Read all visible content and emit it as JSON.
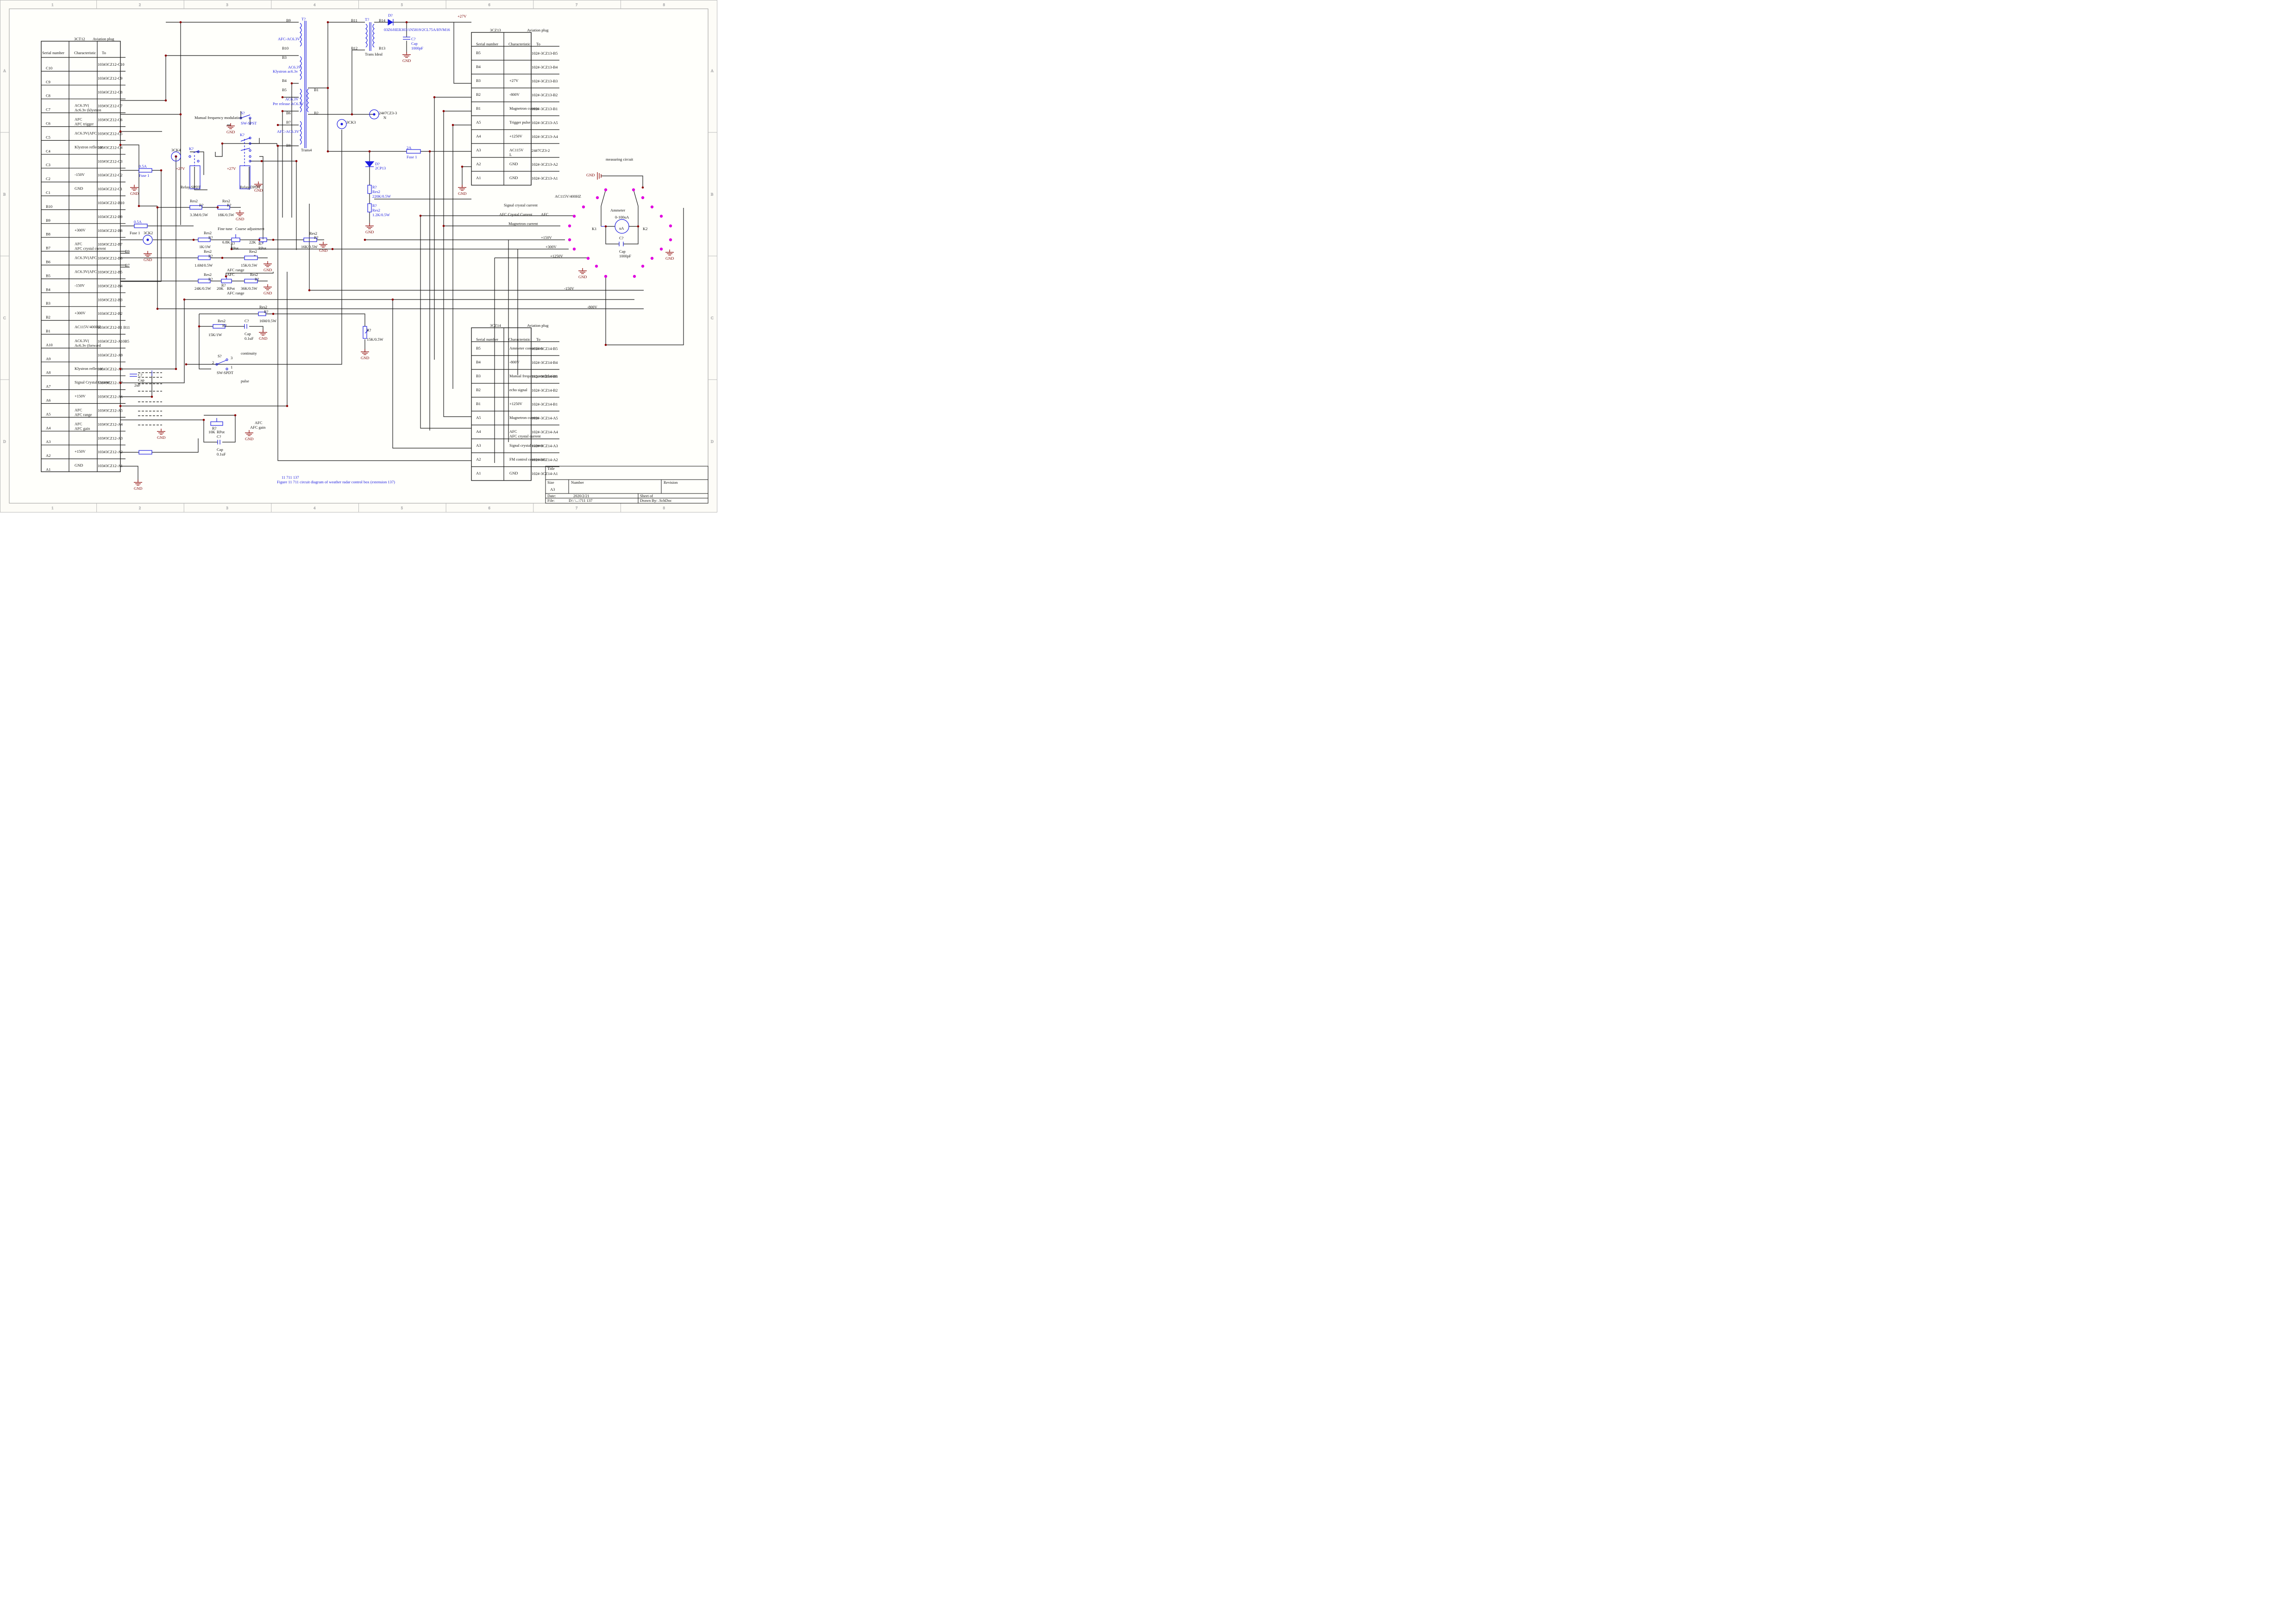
{
  "border": {
    "columns": [
      "1",
      "2",
      "3",
      "4",
      "5",
      "6",
      "7",
      "8"
    ],
    "rows": [
      "A",
      "B",
      "C",
      "D"
    ]
  },
  "conn_3ct12": {
    "ref": "3CT12",
    "type": "Aviation plug",
    "headers": [
      "Serial number",
      "Characteristic",
      "To"
    ],
    "rows": [
      {
        "pin": "C10",
        "char": "",
        "to": "103#3CZ12-C10"
      },
      {
        "pin": "C9",
        "char": "",
        "to": "103#3CZ12-C9"
      },
      {
        "pin": "C8",
        "char": "",
        "to": "103#3CZ12-C8"
      },
      {
        "pin": "C7",
        "char": "AC6.3V(",
        "char2": "Ac6.3v (klystron",
        "to": "103#3CZ12-C7"
      },
      {
        "pin": "C6",
        "char": "AFC",
        "char2": "AFC trigger",
        "to": "103#3CZ12-C6"
      },
      {
        "pin": "C5",
        "char": "AC6.3V(AFC",
        "to": "103#3CZ12-C5"
      },
      {
        "pin": "C4",
        "char": "Klystron reflector",
        "to": "103#3CZ12-C4"
      },
      {
        "pin": "C3",
        "char": "",
        "to": "103#3CZ12-C3"
      },
      {
        "pin": "C2",
        "char": "-150V",
        "to": "103#3CZ12-C2"
      },
      {
        "pin": "C1",
        "char": "GND",
        "to": "103#3CZ12-C1"
      },
      {
        "pin": "B10",
        "char": "",
        "to": "103#3CZ12-B10"
      },
      {
        "pin": "B9",
        "char": "",
        "to": "103#3CZ12-B9"
      },
      {
        "pin": "B8",
        "char": "+300V",
        "to": "103#3CZ12-B8"
      },
      {
        "pin": "B7",
        "char": "AFC",
        "char2": "AFC crystal current",
        "to": "103#3CZ12-B7"
      },
      {
        "pin": "B6",
        "char": "AC6.3V(AFC",
        "to": "103#3CZ12-B6"
      },
      {
        "pin": "B5",
        "char": "AC6.3V(AFC",
        "to": "103#3CZ12-B5"
      },
      {
        "pin": "B4",
        "char": "-150V",
        "to": "103#3CZ12-B4"
      },
      {
        "pin": "B3",
        "char": "",
        "to": "103#3CZ12-B3"
      },
      {
        "pin": "B2",
        "char": "+300V",
        "to": "103#3CZ12-B2"
      },
      {
        "pin": "B1",
        "char": "AC115V/400HZ",
        "to": "103#3CZ12-B1  B11"
      },
      {
        "pin": "A10",
        "char": "AC6.3V(",
        "char2": "Ac6.3v (forward",
        "to": "103#3CZ12-A10B5"
      },
      {
        "pin": "A9",
        "char": "",
        "to": "103#3CZ12-A9"
      },
      {
        "pin": "A8",
        "char": "Klystron reflector",
        "to": "103#3CZ12-A8"
      },
      {
        "pin": "A7",
        "char": "Signal Crystal Current",
        "to": "103#3CZ12-A7"
      },
      {
        "pin": "A6",
        "char": "+150V",
        "to": "103#3CZ12-A6"
      },
      {
        "pin": "A5",
        "char": "AFC",
        "char2": "AFC range",
        "to": "103#3CZ12-A5"
      },
      {
        "pin": "A4",
        "char": "AFC",
        "char2": "AFC gain",
        "to": "103#3CZ12-A4"
      },
      {
        "pin": "A3",
        "char": "",
        "to": "103#3CZ12-A3"
      },
      {
        "pin": "A2",
        "char": "+150V",
        "to": "103#3CZ12-A2"
      },
      {
        "pin": "A1",
        "char": "GND",
        "to": "103#3CZ12-A1"
      }
    ]
  },
  "conn_3cz13": {
    "ref": "3CZ13",
    "type": "Aviation plug",
    "headers": [
      "Serial number",
      "Characteristic",
      "To"
    ],
    "rows": [
      {
        "pin": "B5",
        "char": "",
        "to": "102#-3CZ13-B5"
      },
      {
        "pin": "B4",
        "char": "",
        "to": "102#-3CZ13-B4"
      },
      {
        "pin": "B3",
        "char": "+27V",
        "to": "102#-3CZ13-B3"
      },
      {
        "pin": "B2",
        "char": "-800V",
        "to": "102#-3CZ13-B2"
      },
      {
        "pin": "B1",
        "char": "Magnetron current",
        "to": "102#-3CZ13-B1"
      },
      {
        "pin": "A5",
        "char": "Trigger pulse",
        "to": "102#-3CZ13-A5"
      },
      {
        "pin": "A4",
        "char": "+1250V",
        "to": "102#-3CZ13-A4"
      },
      {
        "pin": "A3",
        "char": "AC115V",
        "char2": "L",
        "to": "24#7CZ3-2"
      },
      {
        "pin": "A2",
        "char": "GND",
        "to": "102#-3CZ13-A2"
      },
      {
        "pin": "A1",
        "char": "GND",
        "to": "102#-3CZ13-A1"
      }
    ]
  },
  "conn_3cz14": {
    "ref": "3CZ14",
    "type": "Aviation plug",
    "headers": [
      "Serial number",
      "Characteristic",
      "To"
    ],
    "rows": [
      {
        "pin": "B5",
        "char": "Ammeter conversion",
        "to": "102#-3CZ14-B5"
      },
      {
        "pin": "B4",
        "char": "-800V",
        "to": "102#-3CZ14-B4"
      },
      {
        "pin": "B3",
        "char": "Manual frequency modulation",
        "to": "102#-3CZ14-B3"
      },
      {
        "pin": "B2",
        "char": "echo signal",
        "to": "102#-3CZ14-B2"
      },
      {
        "pin": "B1",
        "char": "+1250V",
        "to": "102#-3CZ14-B1"
      },
      {
        "pin": "A5",
        "char": "Magnetron current",
        "to": "102#-3CZ14-A5"
      },
      {
        "pin": "A4",
        "char": "AFC",
        "char2": "AFC crystal current",
        "to": "102#-3CZ14-A4"
      },
      {
        "pin": "A3",
        "char": "Signal crystal current",
        "to": "102#-3CZ14-A3"
      },
      {
        "pin": "A2",
        "char": "FM control conversion",
        "to": "102#-3CZ14-A2"
      },
      {
        "pin": "A1",
        "char": "GND",
        "to": "102#-3CZ14-A1"
      }
    ]
  },
  "labels": {
    "t_b9": "B9",
    "t_b10": "B10",
    "t_b3": "B3",
    "t_b4": "B4",
    "t_b5": "B5",
    "t_b6": "B6",
    "t_b7": "B7",
    "t_b8": "B8",
    "t_b1": "B1",
    "t_b2": "B2",
    "t_ref": "T?",
    "t_afc1": "AFC-AC6.3V",
    "t_ac63": "AC6.3V",
    "t_kly": "Klystron ac6.3v",
    "t_ac63b": "AC6.3V",
    "t_pre": "Pre release AC6.3V",
    "t_afc2": "AFC-AC6.3V",
    "t_name": "Trans4",
    "t2_ref": "T?",
    "t2_b11": "B11",
    "t2_b12": "B12",
    "t2_b13": "B13",
    "t2_b14": "B14",
    "t2_name": "Trans Ideal",
    "d1_ref": "D?",
    "d1_val": "03Z6/HER303/1N5819/2CL75A/HVM16",
    "p27": "+27V",
    "c1_ref": "C?",
    "c1_name": "Cap",
    "c1_val": "1000pF",
    "gnd": "GND",
    "j_7cz3": "24#7CZ3-3",
    "j_n": "N",
    "j_3ck3": "3CK3",
    "f2_val": "2A",
    "f2_name": "Fuse 1",
    "d2_ref": "D?",
    "d2_val": "2CP13",
    "r1_ref": "R?",
    "r1_name": "Res2",
    "r1_val": "220K/0.5W",
    "r2_ref": "R?",
    "r2_name": "Res2",
    "r2_val": "1.2K/0.5W",
    "mfm": "Manual frequency modulation",
    "s1_ref": "S?",
    "s1_name": "SW-SPST",
    "k1_ref": "K?",
    "k2_ref": "K?",
    "ck4": "3CK4",
    "p27a": "+27V",
    "p27b": "+27V",
    "relay1": "Relay-SPDT",
    "relay2": "Relay-DPDT",
    "f1_val": "0.5A",
    "f1_name": "Fuse 1",
    "f3_val": "0.5A",
    "f3_name": "Fuse 1",
    "ck2": "3CK2",
    "r3_name": "Res2",
    "r3_ref": "R?",
    "r3_val": "3.3M/0.5W",
    "r4_name": "Res2",
    "r4_ref": "R?",
    "r4_val": "18K/0.5W",
    "fine": "Fine tune",
    "coarse": "Coarse adjustment",
    "r5_name": "Res2",
    "r5_ref": "R?",
    "r5_val": "1K/1W",
    "rp1_val": "6.8K",
    "rp1_ref": "R?",
    "rp1_name": "RPot",
    "rp2_val": "22K",
    "rp2_ref": "R?",
    "rp2_name": "RPot",
    "r6_name": "Res2",
    "r6_ref": "R?",
    "r6_val": "16K/0.5W",
    "r7_name": "Res2",
    "r7_ref": "R?",
    "r7_val": "1.6M/0.5W",
    "r8_name": "Res2",
    "r8_ref": "*",
    "r8_val": "15K/0.5W",
    "afc_range": "AFC range",
    "afc": "AFC",
    "r9_name": "Res2",
    "r9_ref": "R?",
    "r9_val": "24K/0.5W",
    "rp3_ref": "R?",
    "rp3_val": "20K",
    "rp3_name": "RPot",
    "afc_range2": "AFC range",
    "r10_name": "Res2",
    "r10_ref": "R?",
    "r10_val": "36K/0.5W",
    "r11_name": "Res2",
    "r11_ref": "R?",
    "r11_val": "16M/0.5W",
    "r12_name": "Res2",
    "r12_ref": "R?",
    "r12_val": "15K/1W",
    "c2_ref": "C?",
    "c2_name": "Cap",
    "c2_val": "0.1uF",
    "r13_ref": "R?",
    "r13_val": "15K/0.5W",
    "continuity": "continuity",
    "pulse": "pulse",
    "s2_ref": "S?",
    "s2_name": "SW-SPDT",
    "s2_1": "1",
    "s2_2": "2",
    "s2_3": "3",
    "c3_ref": "C?",
    "c3_name": "Cap",
    "c3_val": "2uF",
    "rp4_ref": "R?",
    "rp4_val": "10K",
    "rp4_name": "RPot",
    "c4_ref": "C?",
    "c4_name": "Cap",
    "c4_val": "0.1uF",
    "afc3": "AFC",
    "afc_gain": "AFC gain",
    "b9": "B9",
    "b7": "B7",
    "meas": "measuring circuit",
    "ammeter": "Ammeter",
    "amm_range": "0-100uA",
    "amm_u": "uA",
    "k1": "K1",
    "k2": "K2",
    "c5_ref": "C?",
    "c5_name": "Cap",
    "c5_val": "1000pF",
    "w_ac115": "AC115V/400HZ",
    "w_sig": "Signal crystal current",
    "w_afcc": "AFC Crystal Current",
    "w_afc": "AFC",
    "w_mag": "Magnetron current",
    "w_150": "+150V",
    "w_300": "+300V",
    "w_1250": "+1250V",
    "w_m150": "-150V",
    "w_m800": "-800V",
    "caption_num": "11    711                                        137",
    "caption": "Figure 11    711 circuit diagram of weather radar control box (extension 137)"
  },
  "title_block": {
    "title": "Title",
    "size": "Size",
    "size_val": "A3",
    "number": "Number",
    "revision": "Revision",
    "date": "Date:",
    "date_val": "2020/2/21",
    "sheet": "Sheet    of",
    "file": "File:",
    "file_val": "D:\\          \\...\\711                   137",
    "drawn": "Drawn By: .SchDoc"
  }
}
